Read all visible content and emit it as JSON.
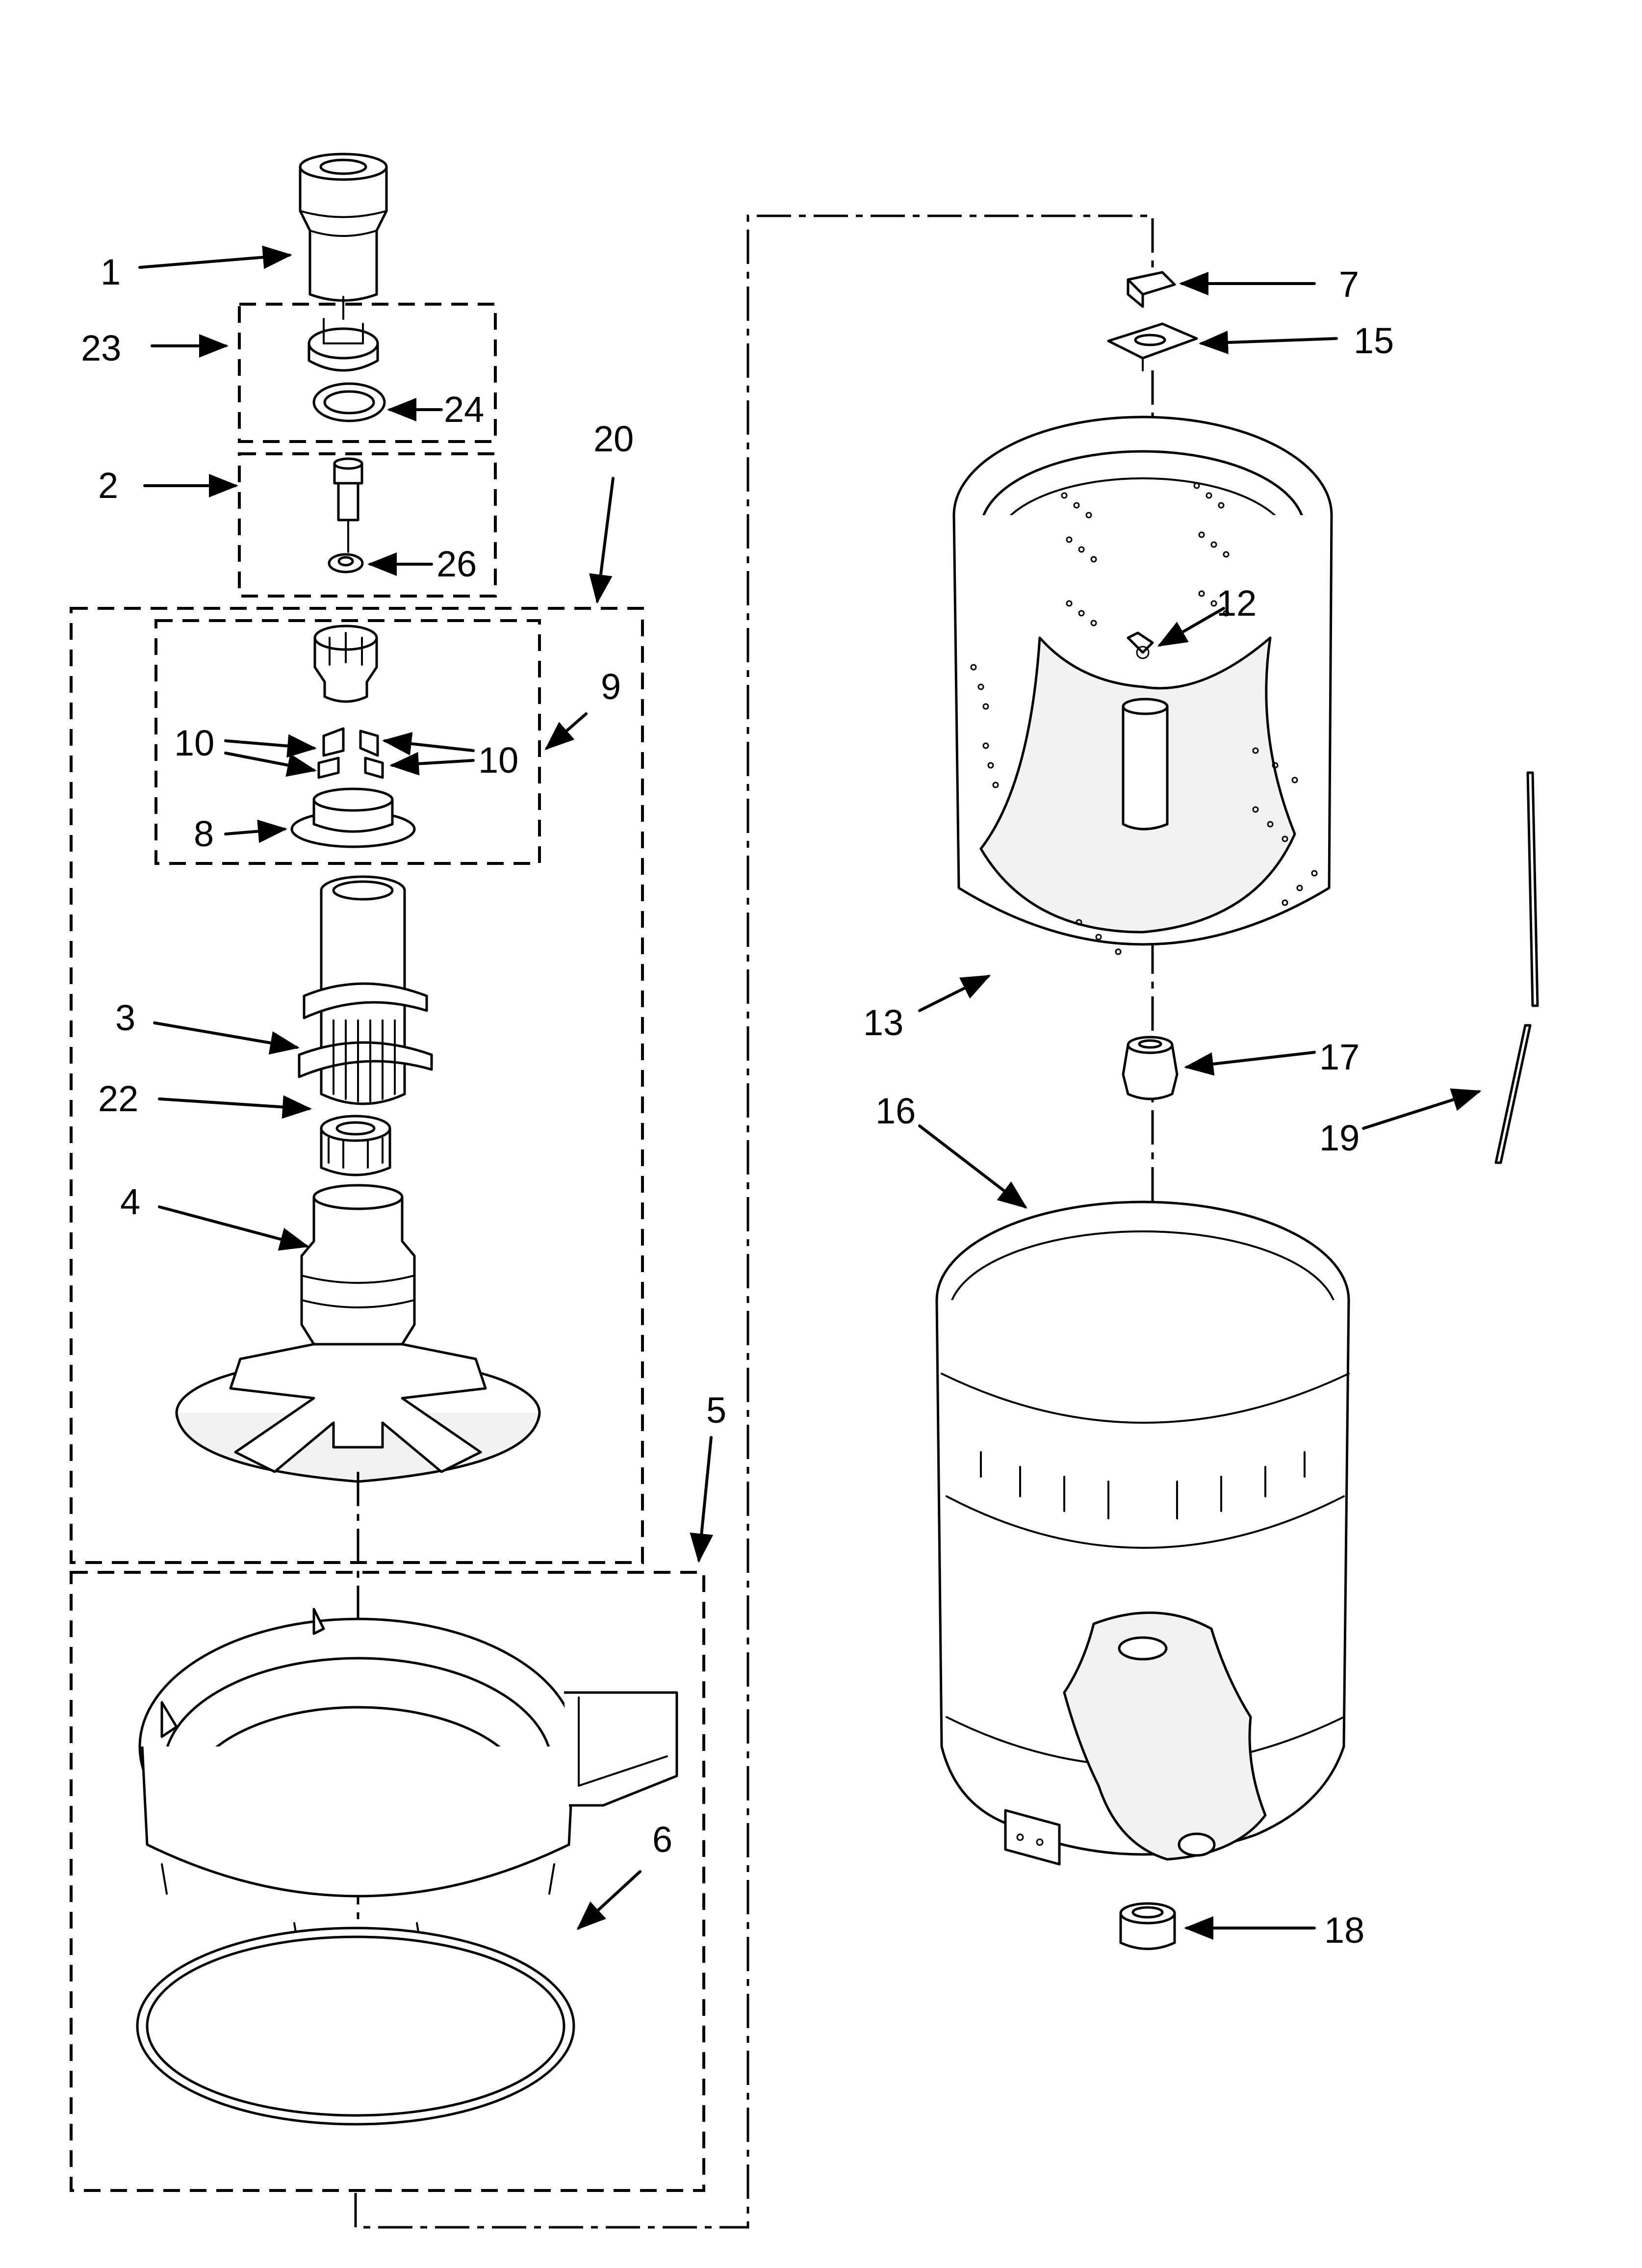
{
  "labels": {
    "l1": "1",
    "l2": "2",
    "l3": "3",
    "l4": "4",
    "l5": "5",
    "l6": "6",
    "l7": "7",
    "l8": "8",
    "l9": "9",
    "l10a": "10",
    "l10b": "10",
    "l12": "12",
    "l13": "13",
    "l15": "15",
    "l16": "16",
    "l17": "17",
    "l18": "18",
    "l19": "19",
    "l20": "20",
    "l22": "22",
    "l23": "23",
    "l24": "24",
    "l26": "26"
  },
  "colors": {
    "line": "#000000",
    "background": "#ffffff"
  }
}
